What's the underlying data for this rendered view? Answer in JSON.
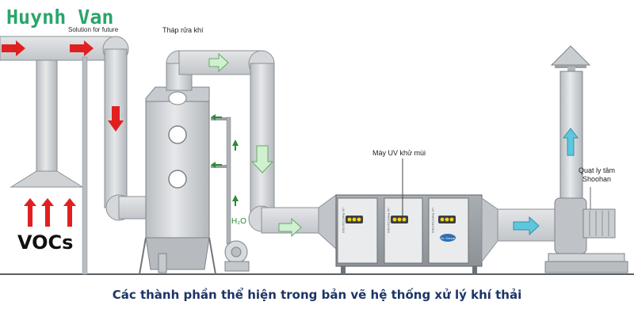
{
  "brand": {
    "name": "Huynh Van",
    "tagline": "Solution for future"
  },
  "labels": {
    "tower": "Tháp rửa khí",
    "uv_machine": "Máy UV khử mùi",
    "fan_line1": "Quạt ly tâm",
    "fan_line2": "Shoohan",
    "vocs": "VOCs",
    "water": "H₂O"
  },
  "uv_panels": [
    "UV PHOTOLYSIS",
    "UV PHOTOLYSIS",
    "UV PHOTOLYSIS"
  ],
  "uv_logo": "Dr. Ozone",
  "caption": "Các thành phần thể hiện trong bản vẽ hệ thống xử lý khí thải",
  "colors": {
    "duct": "#d3d6d9",
    "duct_stroke": "#7d8388",
    "arrow_red": "#e02020",
    "arrow_green": "#cff1cf",
    "arrow_cyan": "#5cc7de",
    "brand_green": "#2aa56a",
    "caption_navy": "#1d3566"
  }
}
